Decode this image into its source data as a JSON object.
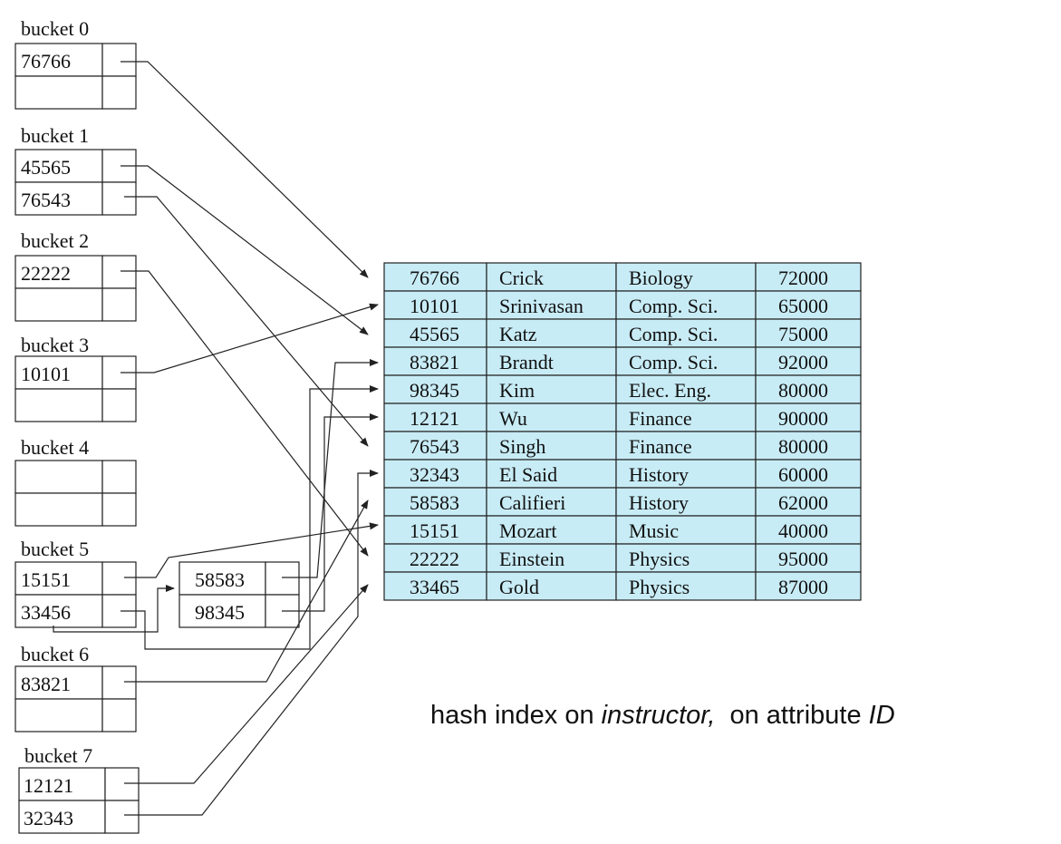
{
  "buckets": [
    {
      "label": "bucket 0",
      "entries": [
        "76766",
        ""
      ]
    },
    {
      "label": "bucket 1",
      "entries": [
        "45565",
        "76543"
      ]
    },
    {
      "label": "bucket 2",
      "entries": [
        "22222",
        ""
      ]
    },
    {
      "label": "bucket 3",
      "entries": [
        "10101",
        ""
      ]
    },
    {
      "label": "bucket 4",
      "entries": [
        "",
        ""
      ]
    },
    {
      "label": "bucket 5",
      "entries": [
        "15151",
        "33456"
      ]
    },
    {
      "label": "bucket 6",
      "entries": [
        "83821",
        ""
      ]
    },
    {
      "label": "bucket 7",
      "entries": [
        "12121",
        "32343"
      ]
    }
  ],
  "overflow_bucket": {
    "entries": [
      "58583",
      "98345"
    ]
  },
  "instructor_table": [
    [
      "76766",
      "Crick",
      "Biology",
      "72000"
    ],
    [
      "10101",
      "Srinivasan",
      "Comp. Sci.",
      "65000"
    ],
    [
      "45565",
      "Katz",
      "Comp. Sci.",
      "75000"
    ],
    [
      "83821",
      "Brandt",
      "Comp. Sci.",
      "92000"
    ],
    [
      "98345",
      "Kim",
      "Elec. Eng.",
      "80000"
    ],
    [
      "12121",
      "Wu",
      "Finance",
      "90000"
    ],
    [
      "76543",
      "Singh",
      "Finance",
      "80000"
    ],
    [
      "32343",
      "El Said",
      "History",
      "60000"
    ],
    [
      "58583",
      "Califieri",
      "History",
      "62000"
    ],
    [
      "15151",
      "Mozart",
      "Music",
      "40000"
    ],
    [
      "22222",
      "Einstein",
      "Physics",
      "95000"
    ],
    [
      "33465",
      "Gold",
      "Physics",
      "87000"
    ]
  ],
  "caption": {
    "part1": "hash index on ",
    "part2": "instructor,",
    "part3": "  on attribute ",
    "part4": "ID"
  }
}
